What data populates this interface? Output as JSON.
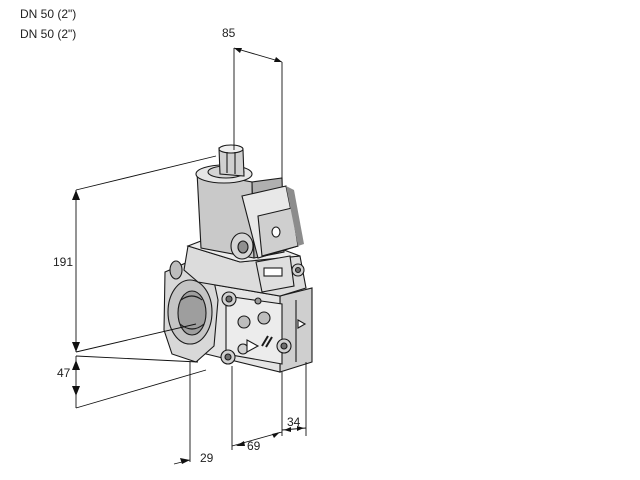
{
  "header": {
    "lines": [
      "DN 50 (2\")",
      "DN 50 (2\")"
    ]
  },
  "dimensions": {
    "width_top": "85",
    "height": "191",
    "height_lower": "47",
    "depth_bottom": "29",
    "width_bottom": "69",
    "offset_right": "34"
  },
  "colors": {
    "stroke": "#1a1a1a",
    "body_light": "#e2e2e2",
    "body_mid": "#c9c9c9",
    "body_dark": "#a8a8a8",
    "shadow": "#8c8c8c"
  }
}
